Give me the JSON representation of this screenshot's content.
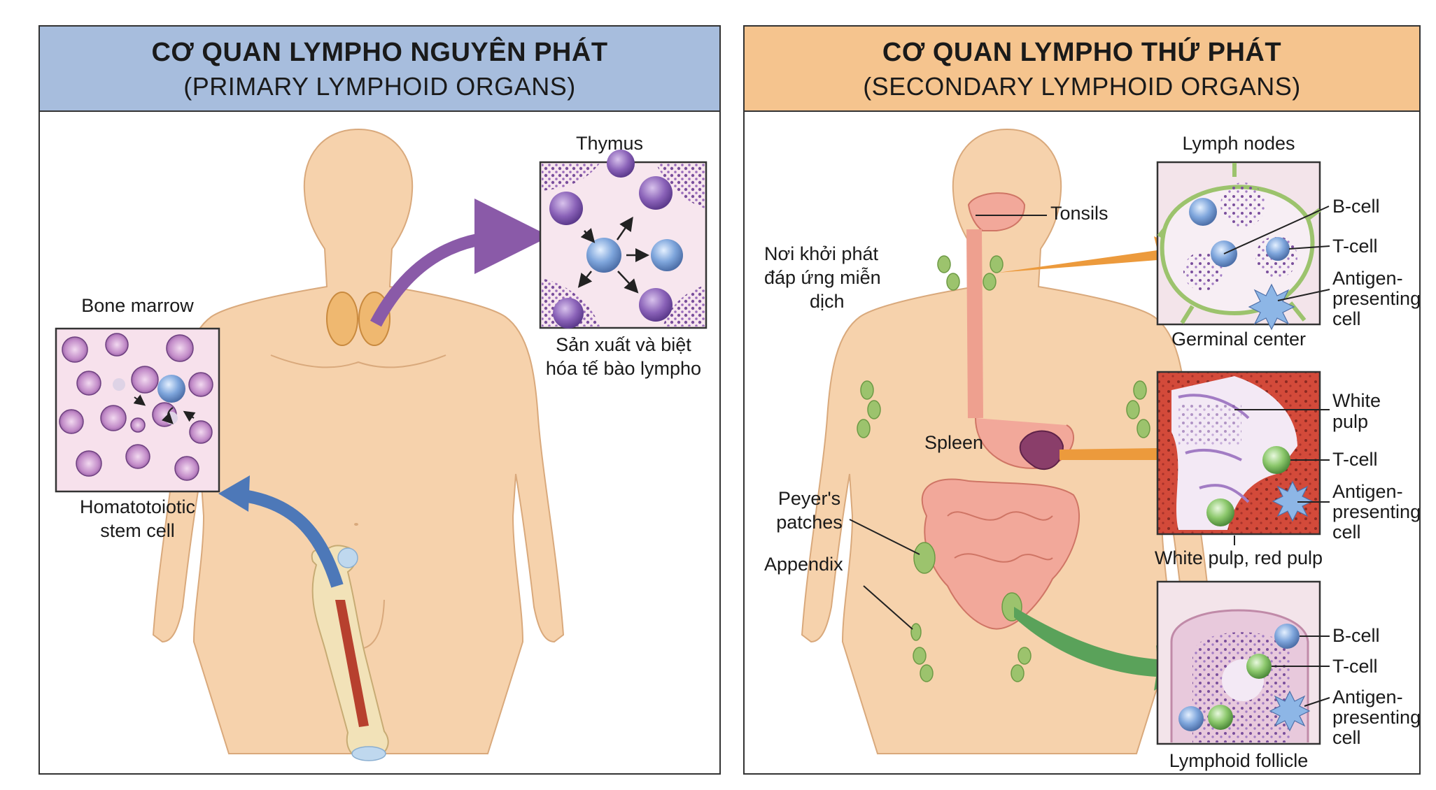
{
  "left_panel": {
    "title": "CƠ QUAN LYMPHO NGUYÊN PHÁT",
    "subtitle": "(PRIMARY LYMPHOID ORGANS)",
    "labels": {
      "thymus": "Thymus",
      "thymus_caption_1": "Sản xuất và biệt",
      "thymus_caption_2": "hóa tế bào lympho",
      "bone_marrow": "Bone marrow",
      "stem_cell_1": "Homatotoiotic",
      "stem_cell_2": "stem cell"
    }
  },
  "right_panel": {
    "title": "CƠ QUAN LYMPHO THỨ PHÁT",
    "subtitle": "(SECONDARY LYMPHOID ORGANS)",
    "labels": {
      "tonsils": "Tonsils",
      "immune_start_1": "Nơi khởi phát",
      "immune_start_2": "đáp ứng miễn",
      "immune_start_3": "dịch",
      "spleen": "Spleen",
      "peyers_1": "Peyer's",
      "peyers_2": "patches",
      "appendix": "Appendix",
      "lymph_nodes": "Lymph nodes",
      "germinal_center": "Germinal center",
      "white_red_pulp": "White pulp, red pulp",
      "lymphoid_follicle": "Lymphoid follicle"
    },
    "insets": {
      "lymph_node": {
        "b_cell": "B-cell",
        "t_cell": "T-cell",
        "apc_1": "Antigen-",
        "apc_2": "presenting",
        "apc_3": "cell"
      },
      "spleen": {
        "white_1": "White",
        "white_2": "pulp",
        "t_cell": "T-cell",
        "apc_1": "Antigen-",
        "apc_2": "presenting",
        "apc_3": "cell"
      },
      "follicle": {
        "b_cell": "B-cell",
        "t_cell": "T-cell",
        "apc_1": "Antigen-",
        "apc_2": "presenting",
        "apc_3": "cell"
      }
    }
  },
  "colors": {
    "left_header": "#a7bddd",
    "right_header": "#f5c48e",
    "skin": "#f6d2ac",
    "thymus_arrow": "#8a5aa8",
    "bone_arrow": "#4d78b8",
    "orange_arrow": "#ec9a3c",
    "green_arrow": "#5aa25a",
    "lymph_node": "#9cc36d"
  }
}
